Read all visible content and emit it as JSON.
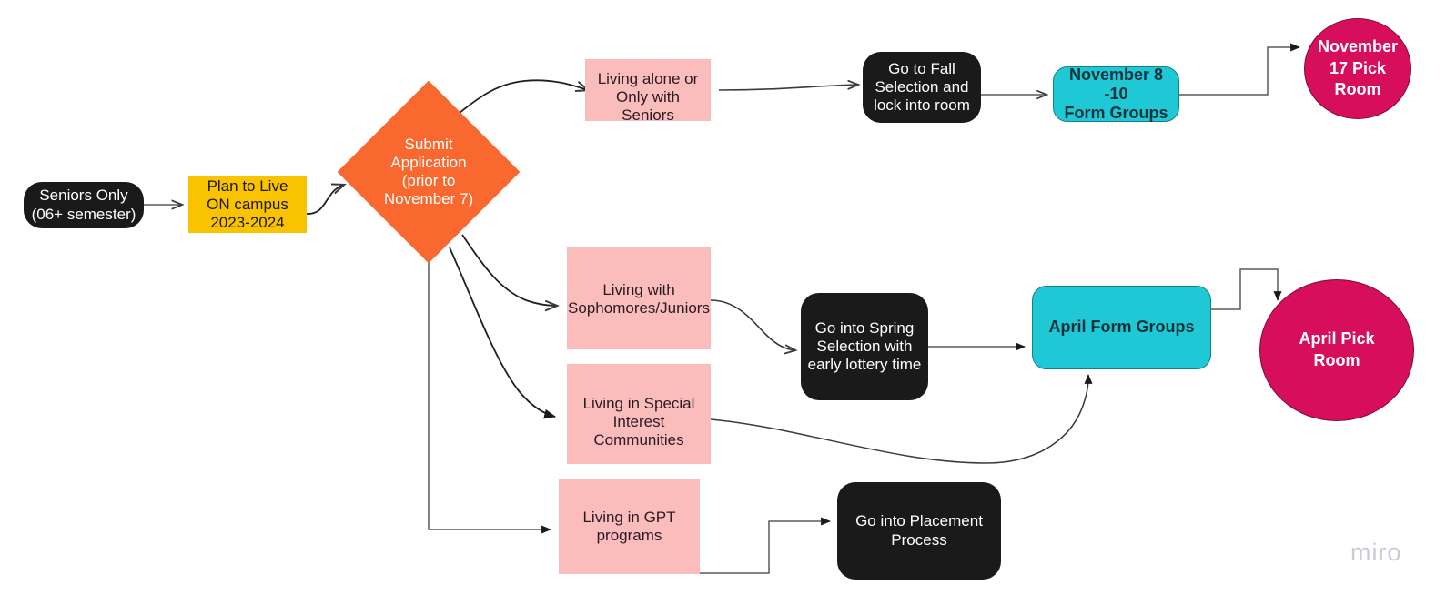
{
  "board": {
    "watermark": "miro",
    "background_color": "#ffffff"
  },
  "palette": {
    "black": "#1a1a1a",
    "yellow": "#fac300",
    "orange": "#f9692f",
    "pink": "#fbbcbc",
    "cyan": "#1ec8d4",
    "magenta": "#d60e5c",
    "edge": "#3b3b3b",
    "watermark": "#c9ccd4"
  },
  "nodes": {
    "seniors_only": "Seniors Only (06+ semester)",
    "plan_to_live_on": "Plan to Live ON campus\n2023-2024",
    "submit_application": "Submit\nApplication\n(prior to\nNovember 7)",
    "living_alone": "Living alone or\nOnly with Seniors",
    "go_to_fall_selection": "Go to Fall\nSelection and\nlock into room",
    "november_form_groups": "November 8 -10\nForm Groups",
    "november_pick_room": "November\n17 Pick\nRoom",
    "living_with_soph_jr": "Living with\nSophomores/Juniors",
    "living_special_interest": "Living in Special\nInterest Communities",
    "go_into_spring_selection": "Go into Spring\nSelection with\nearly lottery time",
    "april_form_groups": "April Form Groups",
    "april_pick_room": "April Pick\nRoom",
    "living_gpt": "Living in GPT\nprograms",
    "go_into_placement": "Go into Placement\nProcess"
  }
}
